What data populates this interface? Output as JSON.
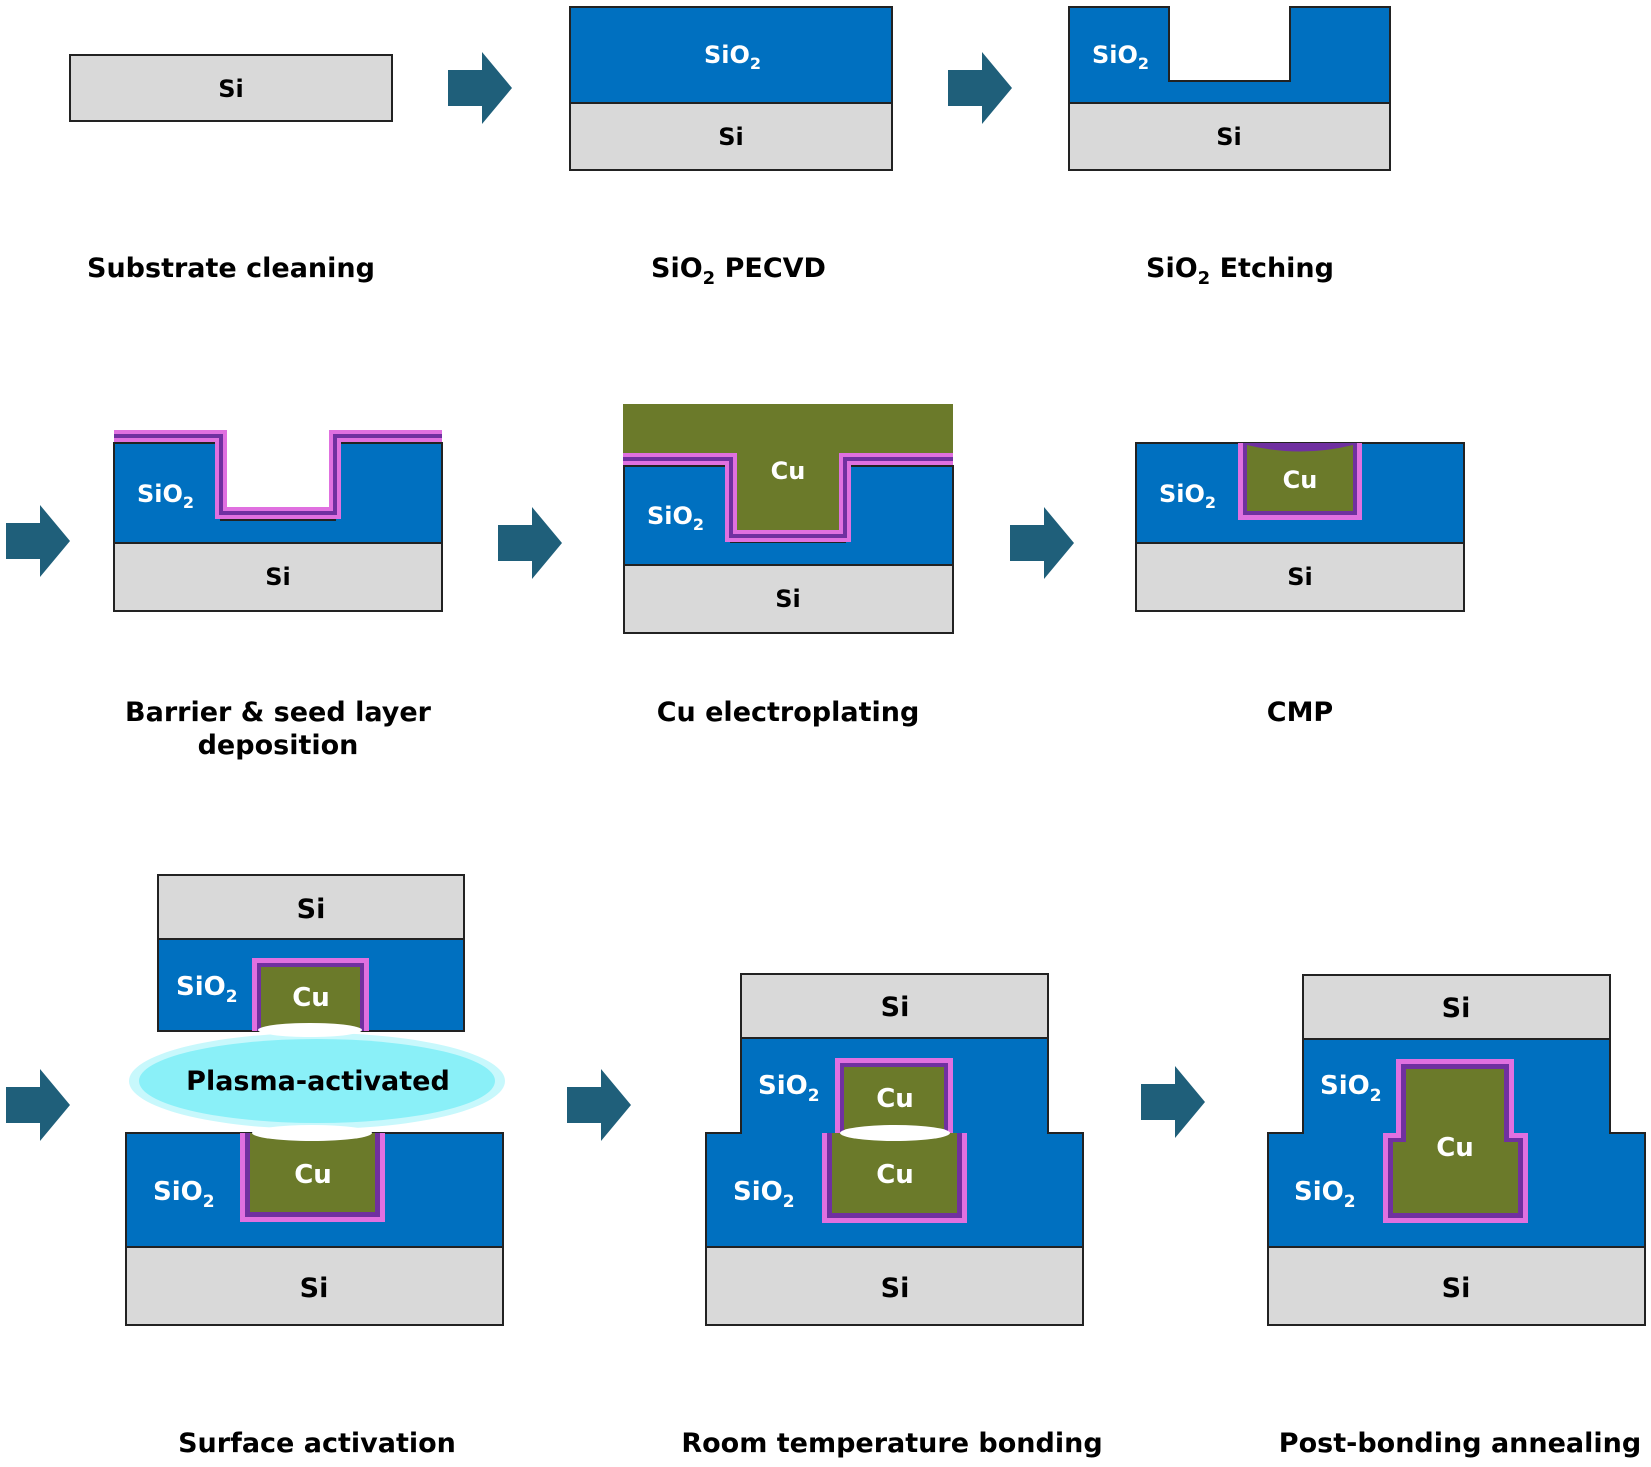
{
  "materials": {
    "si": "Si",
    "sio2_base": "SiO",
    "sio2_sub": "2",
    "cu": "Cu",
    "plasma": "Plasma-activated"
  },
  "steps": [
    {
      "caption": "Substrate cleaning"
    },
    {
      "caption_main": "SiO",
      "caption_sub": "2",
      "caption_rest": " PECVD"
    },
    {
      "caption_main": "SiO",
      "caption_sub": "2",
      "caption_rest": " Etching"
    },
    {
      "caption_line1": "Barrier & seed layer",
      "caption_line2": "deposition"
    },
    {
      "caption": "Cu electroplating"
    },
    {
      "caption": "CMP"
    },
    {
      "caption": "Surface activation"
    },
    {
      "caption": "Room temperature bonding"
    },
    {
      "caption": "Post-bonding annealing"
    }
  ],
  "colors": {
    "si": "#d9d9d9",
    "sio2": "#0070c0",
    "cu": "#6b7a2a",
    "barrier_outer": "#e070e0",
    "barrier_inner": "#7030a0",
    "arrow": "#1f5f7a",
    "plasma": "#8af0f8",
    "outline": "#222222"
  }
}
